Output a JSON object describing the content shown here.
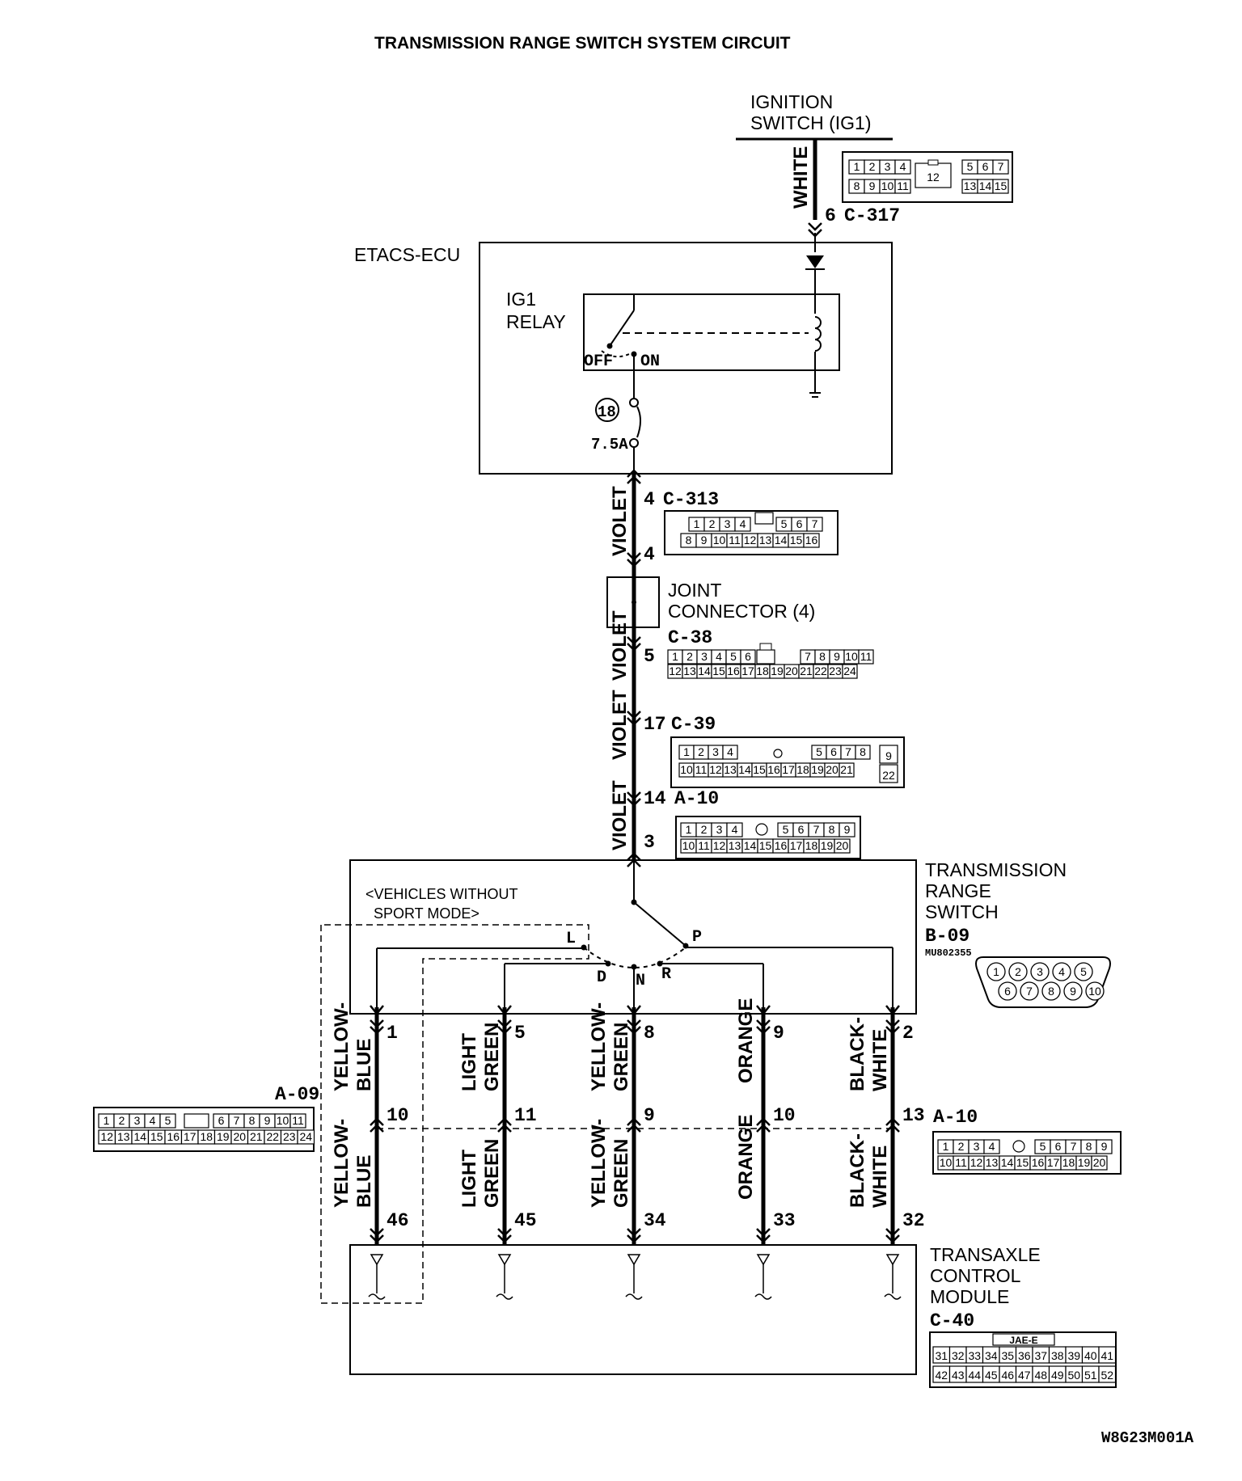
{
  "title": "TRANSMISSION RANGE SWITCH SYSTEM CIRCUIT",
  "figure_code": "W8G23M001A",
  "ignition": {
    "line1": "IGNITION",
    "line2": "SWITCH (IG1)"
  },
  "etacs": {
    "label": "ETACS-ECU",
    "relay_line1": "IG1",
    "relay_line2": "RELAY",
    "off": "OFF",
    "on": "ON",
    "fuse_no": "18",
    "fuse_rating": "7.5A"
  },
  "joint": {
    "line1": "JOINT",
    "line2": "CONNECTOR (4)"
  },
  "trs": {
    "line1": "TRANSMISSION",
    "line2": "RANGE",
    "line3": "SWITCH",
    "connector": "B-09",
    "part_no": "MU802355",
    "note_line1": "<VEHICLES WITHOUT",
    "note_line2": "SPORT MODE>",
    "positions": {
      "L": "L",
      "P": "P",
      "D": "D",
      "N": "N",
      "R": "R"
    }
  },
  "tcm": {
    "line1": "TRANSAXLE",
    "line2": "CONTROL",
    "line3": "MODULE",
    "connector": "C-40",
    "conn_tag": "JAE-E"
  },
  "connectors": {
    "c317": {
      "name": "C-317",
      "pin": "6",
      "row1": [
        "1",
        "2",
        "3",
        "4",
        "5",
        "6",
        "7"
      ],
      "mid": "12",
      "row2": [
        "8",
        "9",
        "10",
        "11",
        "13",
        "14",
        "15"
      ]
    },
    "c313": {
      "name": "C-313",
      "pin_top": "4",
      "pin_bot": "4",
      "row1": [
        "1",
        "2",
        "3",
        "4",
        "5",
        "6",
        "7"
      ],
      "row2": [
        "8",
        "9",
        "10",
        "11",
        "12",
        "13",
        "14",
        "15",
        "16"
      ]
    },
    "c38": {
      "name": "C-38",
      "pin": "5",
      "row1": [
        "1",
        "2",
        "3",
        "4",
        "5",
        "6",
        "7",
        "8",
        "9",
        "10",
        "11"
      ],
      "row2": [
        "12",
        "13",
        "14",
        "15",
        "16",
        "17",
        "18",
        "19",
        "20",
        "21",
        "22",
        "23",
        "24"
      ]
    },
    "c39": {
      "name": "C-39",
      "pin": "17",
      "row1": [
        "1",
        "2",
        "3",
        "4",
        "5",
        "6",
        "7",
        "8",
        "9"
      ],
      "row2": [
        "10",
        "11",
        "12",
        "13",
        "14",
        "15",
        "16",
        "17",
        "18",
        "19",
        "20",
        "21",
        "22"
      ]
    },
    "a10": {
      "name": "A-10",
      "pin_top": "14",
      "pin_bot": "3",
      "row1": [
        "1",
        "2",
        "3",
        "4",
        "5",
        "6",
        "7",
        "8",
        "9"
      ],
      "row2": [
        "10",
        "11",
        "12",
        "13",
        "14",
        "15",
        "16",
        "17",
        "18",
        "19",
        "20"
      ]
    },
    "a09": {
      "name": "A-09",
      "row1": [
        "1",
        "2",
        "3",
        "4",
        "5",
        "6",
        "7",
        "8",
        "9",
        "10",
        "11"
      ],
      "row2": [
        "12",
        "13",
        "14",
        "15",
        "16",
        "17",
        "18",
        "19",
        "20",
        "21",
        "22",
        "23",
        "24"
      ]
    },
    "a10b": {
      "name": "A-10"
    },
    "b09": {
      "pins": [
        "1",
        "2",
        "3",
        "4",
        "5",
        "6",
        "7",
        "8",
        "9",
        "10"
      ]
    },
    "c40": {
      "row1": [
        "31",
        "32",
        "33",
        "34",
        "35",
        "36",
        "37",
        "38",
        "39",
        "40",
        "41"
      ],
      "row2": [
        "42",
        "43",
        "44",
        "45",
        "46",
        "47",
        "48",
        "49",
        "50",
        "51",
        "52"
      ]
    }
  },
  "wires": {
    "top": "WHITE",
    "violet": "VIOLET",
    "branches": [
      {
        "color1": "YELLOW-",
        "color2": "BLUE",
        "pin_sw": "1",
        "pin_mid": "10",
        "pin_tcm": "46"
      },
      {
        "color1": "LIGHT",
        "color2": "GREEN",
        "pin_sw": "5",
        "pin_mid": "11",
        "pin_tcm": "45"
      },
      {
        "color1": "YELLOW-",
        "color2": "GREEN",
        "pin_sw": "8",
        "pin_mid": "9",
        "pin_tcm": "34"
      },
      {
        "color1": "ORANGE",
        "color2": "",
        "pin_sw": "9",
        "pin_mid": "10",
        "pin_tcm": "33"
      },
      {
        "color1": "BLACK-",
        "color2": "WHITE",
        "pin_sw": "2",
        "pin_mid": "13",
        "pin_tcm": "32"
      }
    ]
  }
}
